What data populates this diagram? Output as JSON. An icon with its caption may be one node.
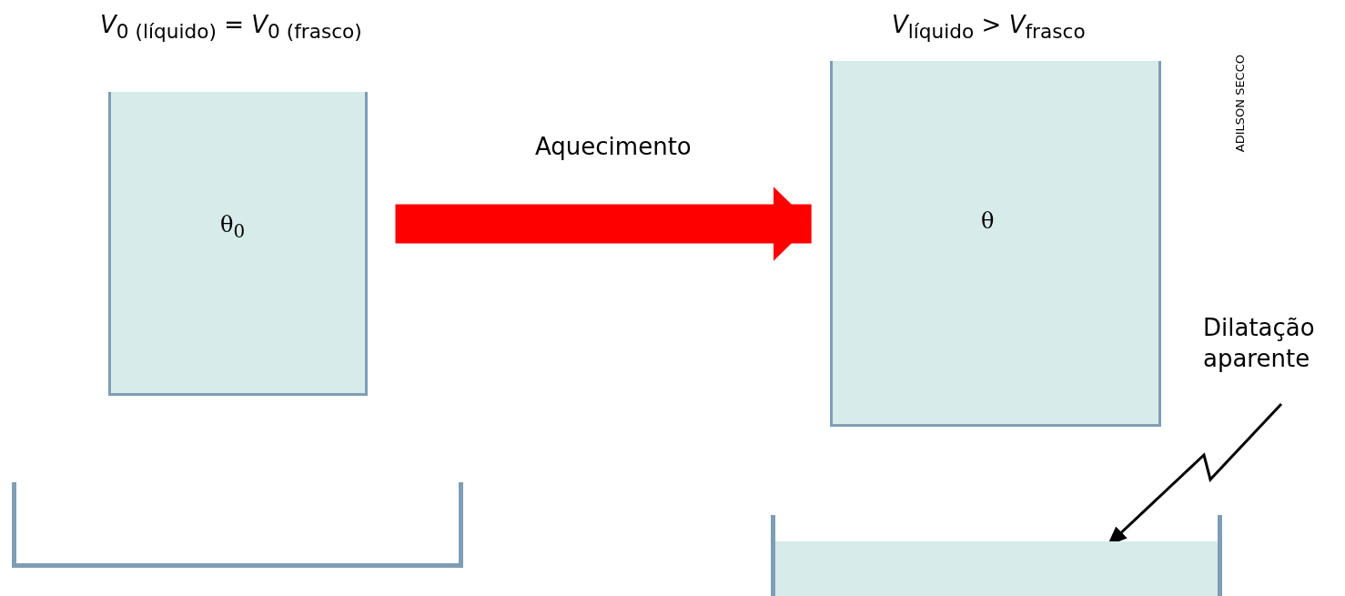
{
  "diagram": {
    "nodes": [
      {
        "text": [
          "θ$_{0}$"
        ]
      },
      {
        "text": [],
        "shape": "box"
      },
      {
        "text": [
          "θ"
        ]
      },
      {
        "text": [],
        "shape": "box"
      },
      {
        "text": [],
        "shape": "box",
        "in": 3
      },
      {
        "text": [
          "Dilatação aparente"
        ]
      }
    ],
    "edges": [
      {
        "from": 0,
        "to": 2,
        "arrow": "to",
        "label": "Aquecimento",
        "style": "thick",
        "color": "#ff0000"
      },
      {
        "from": 5,
        "to": 4,
        "arrow": "to",
        "color": "#000000"
      }
    ],
    "labels": [
      "*V*$_{0 (líquido)}$ = *V*$_{0 (frasco)}$",
      "*V*$_{líquido}$ > *V*$_{frasco}$",
      "ADILSON SECCO"
    ]
  }
}
